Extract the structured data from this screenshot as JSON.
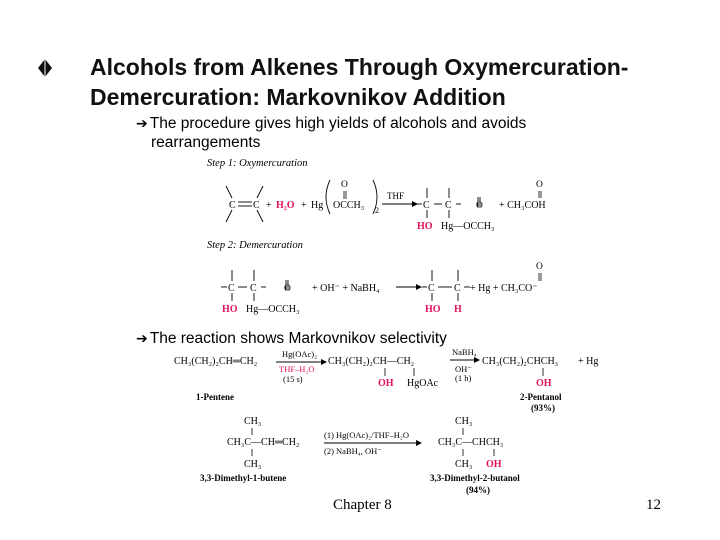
{
  "slide": {
    "title_line1": "Alcohols from Alkenes Through Oxymercuration-",
    "title_line2": "Demercuration: Markovnikov Addition",
    "bullet1_line1": "The procedure gives high yields of alcohols and avoids",
    "bullet1_line2": "rearrangements",
    "bullet2": "The reaction shows Markovnikov selectivity",
    "footer_chapter": "Chapter 8",
    "page_number": "12"
  },
  "scheme1": {
    "step1_label": "Step 1: Oxymercuration",
    "step2_label": "Step 2: Demercuration",
    "h2o": "H₂O",
    "plus": "+",
    "hg": "Hg",
    "occh3": "OCCH₃",
    "occh3_paren": "OCCH₃",
    "subscript2": "2",
    "thf": "THF",
    "ho": "HO",
    "hg_occh3": "Hg—OCCH₃",
    "ch3coh": "+ CH₃COH",
    "oh_minus": "+ OH⁻ + NaBH₄",
    "ho2": "HO",
    "hg_occh3_2": "Hg—OCCH₃",
    "h_label": "H",
    "hg_plus": "+ Hg + CH₃CO⁻",
    "oxygen": "O",
    "c_atom": "C"
  },
  "scheme2": {
    "pentene_formula": "CH₃(CH₂)₂CH═CH₂",
    "reagent1_top": "Hg(OAc)₂",
    "reagent1_bottom": "THF–H₂O",
    "reagent1_time": "(15 s)",
    "intermediate": "CH₃(CH₂)₂CH—CH₂",
    "oh_lbl": "OH",
    "hgoac_lbl": "HgOAc",
    "reagent2_top": "NaBH₄",
    "reagent2_mid": "OH⁻",
    "reagent2_time": "(1 h)",
    "product": "CH₃(CH₂)₂CHCH₃",
    "plus_hg": "+ Hg",
    "product_oh": "OH",
    "name_pentene": "1-Pentene",
    "name_pentanol": "2-Pentanol",
    "yield1": "(93%)",
    "ch3_top": "CH₃",
    "butene_mid": "CH₃C—CH═CH₂",
    "ch3_bottom": "CH₃",
    "cond1": "(1) Hg(OAc)₂/THF–H₂O",
    "cond2": "(2) NaBH₄, OH⁻",
    "prod_ch3_top": "CH₃",
    "prod_mid": "CH₃C—CHCH₃",
    "prod_ch3_bottom": "CH₃",
    "prod_oh": "OH",
    "name_butene": "3,3-Dimethyl-1-butene",
    "name_butanol": "3,3-Dimethyl-2-butanol",
    "yield2": "(94%)"
  },
  "colors": {
    "accent_red": "#e0115f",
    "text": "#000000"
  }
}
